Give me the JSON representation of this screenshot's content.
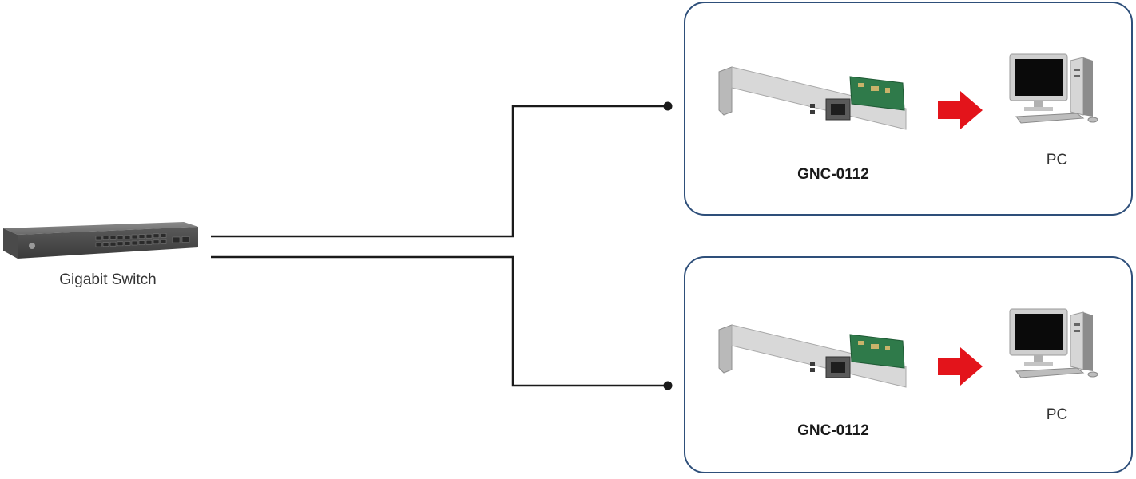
{
  "diagram": {
    "switch": {
      "label": "Gigabit Switch"
    },
    "panels": [
      {
        "model_label": "GNC-0112",
        "pc_label": "PC"
      },
      {
        "model_label": "GNC-0112",
        "pc_label": "PC"
      }
    ],
    "colors": {
      "wire": "#1a1a1a",
      "panel_border": "#2e4f7a",
      "arrow": "#e3141b",
      "nic_board": "#2f7a4a",
      "bracket": "#c8c8c8",
      "switch_body": "#5c5c5c"
    }
  }
}
